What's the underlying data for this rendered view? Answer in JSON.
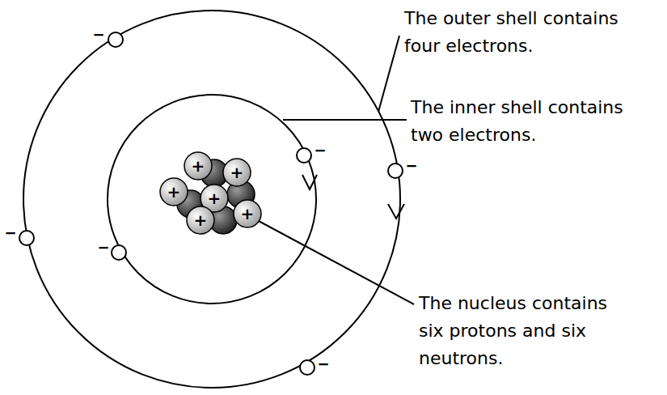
{
  "diagram": {
    "labels": [
      "The outer shell contains four electrons.",
      "The inner shell contains two electrons.",
      "The nucleus contains six protons and six neutrons.",
      "+",
      "+",
      "+",
      "+",
      "+",
      "+",
      "−",
      "−",
      "−",
      "−",
      "−",
      "−"
    ]
  }
}
